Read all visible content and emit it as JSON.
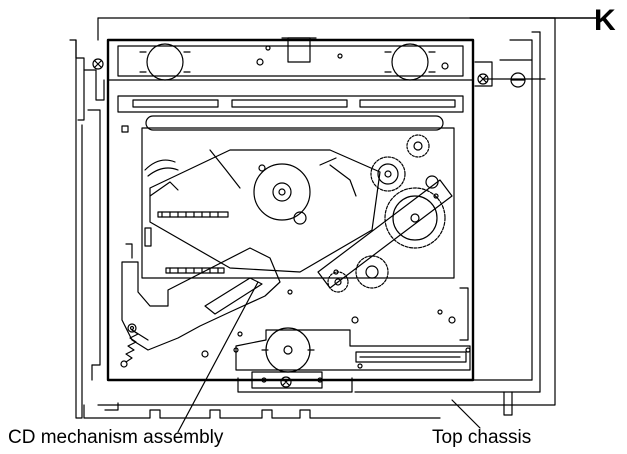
{
  "labels": {
    "callout_k": "K",
    "cd_mechanism": "CD mechanism assembly",
    "top_chassis": "Top chassis"
  },
  "colors": {
    "line": "#000000",
    "background": "#ffffff",
    "housing_fill": "#ffffff"
  }
}
